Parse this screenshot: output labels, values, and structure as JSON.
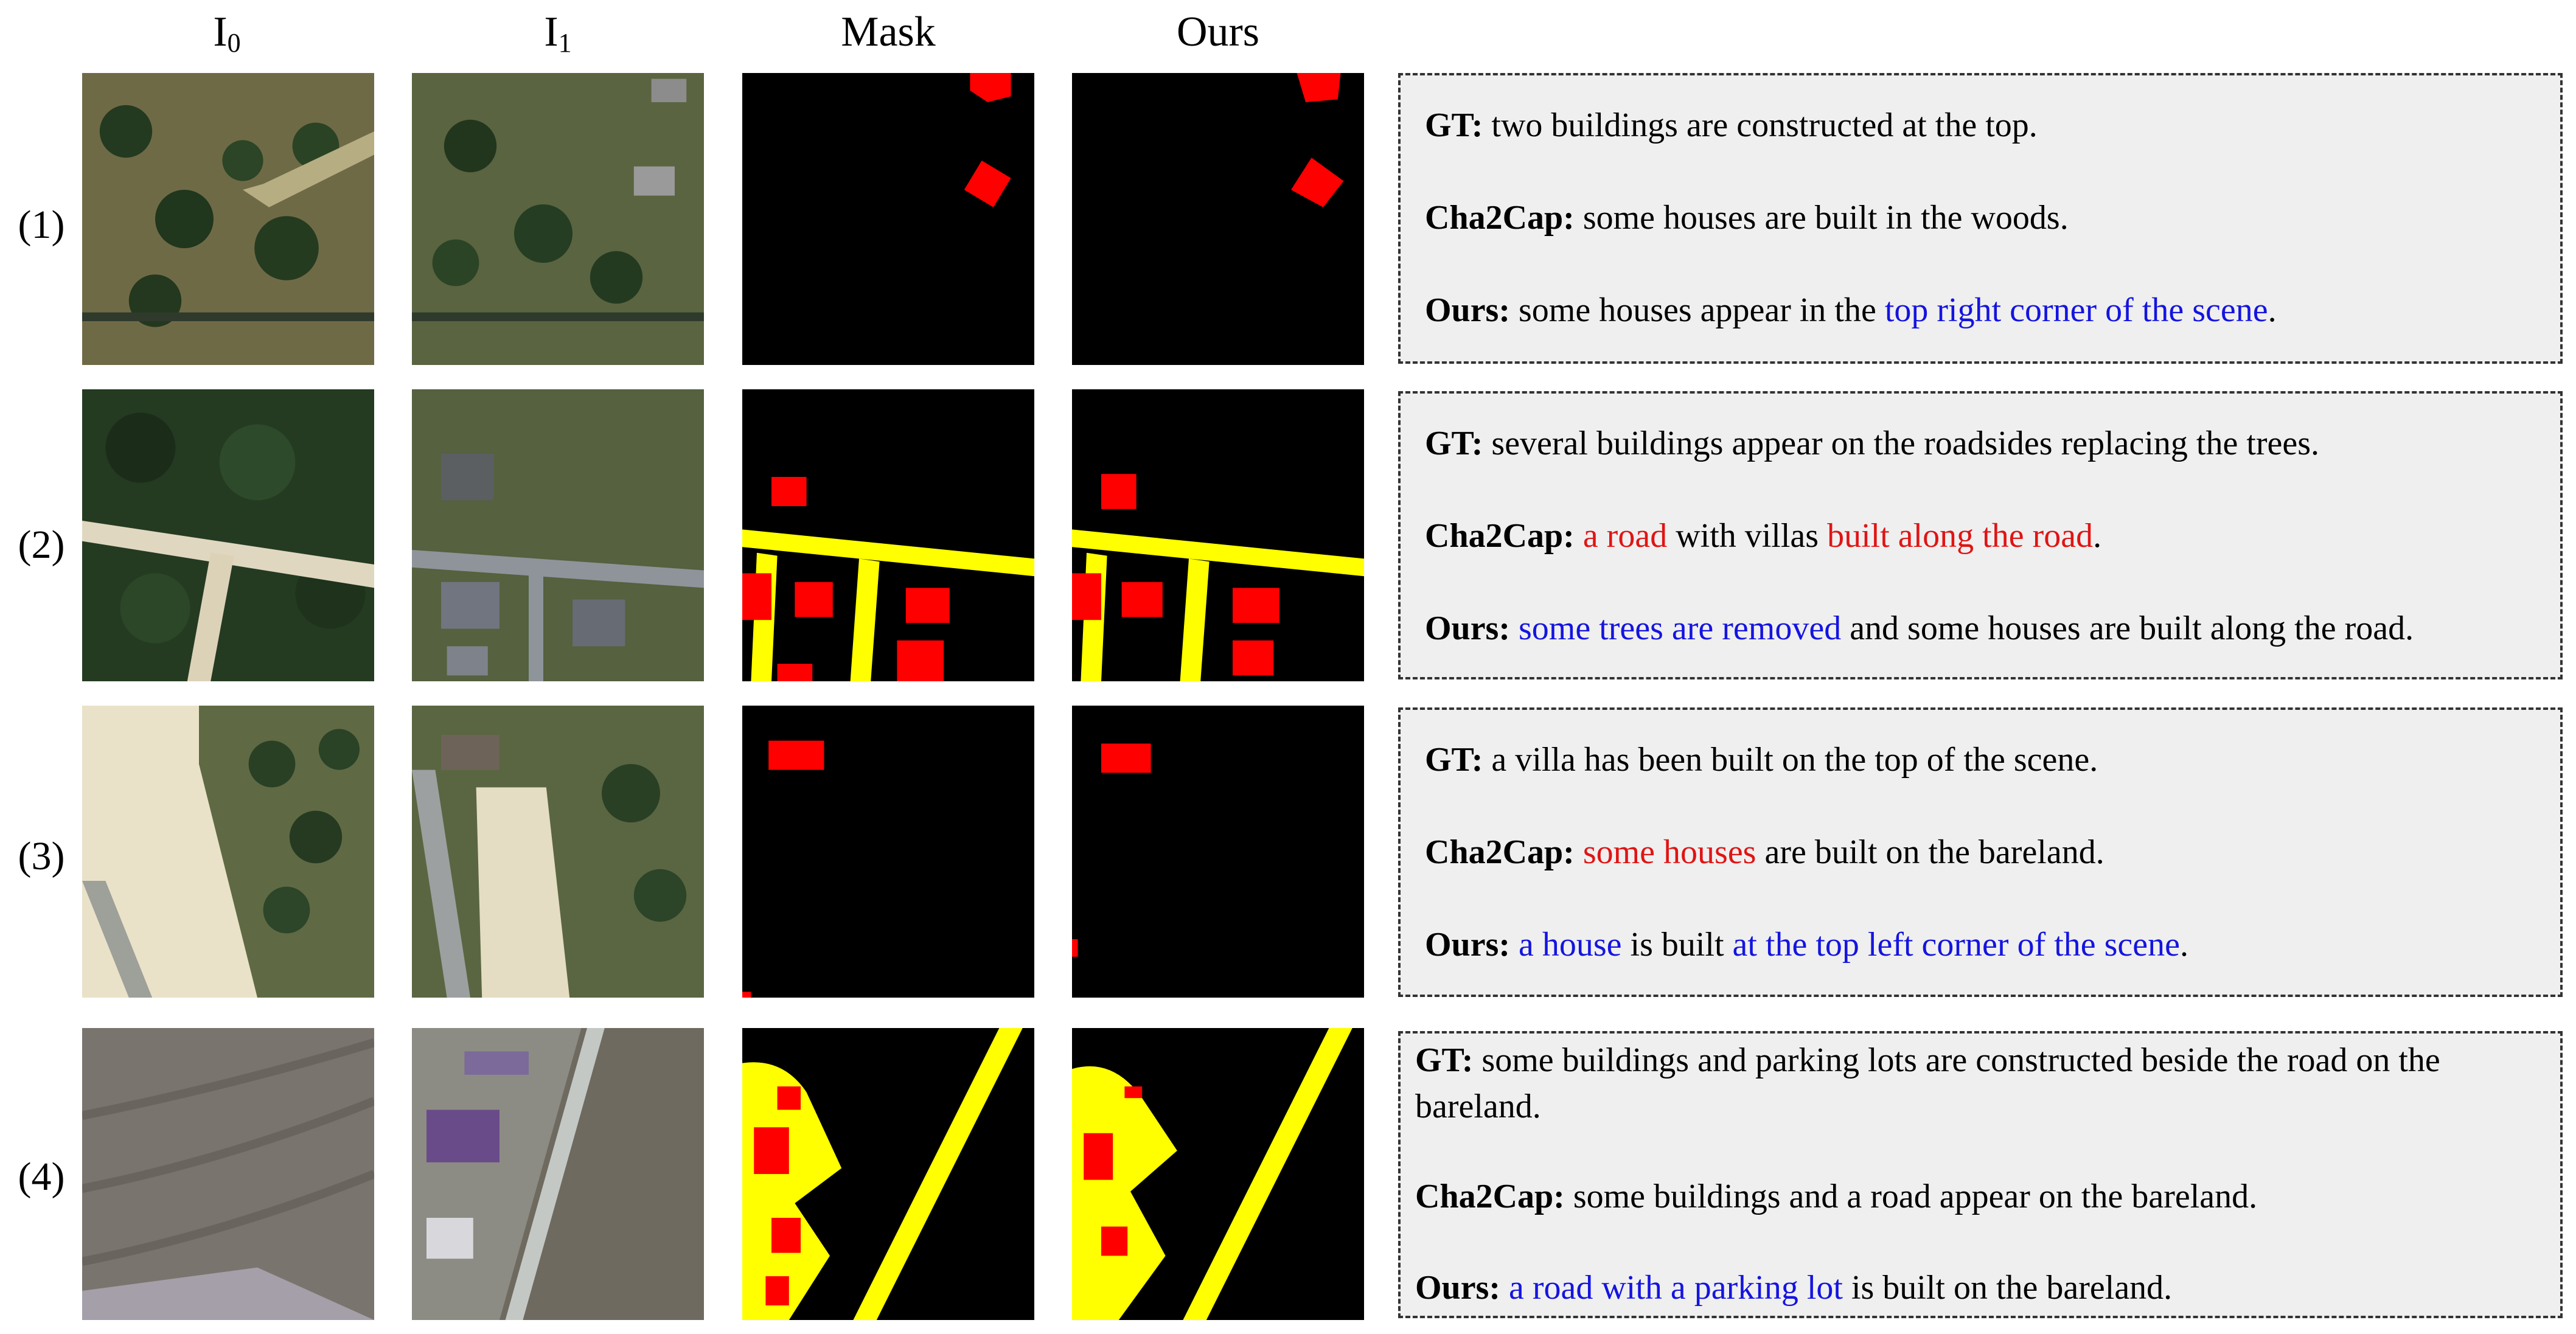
{
  "columns": {
    "i0": "I",
    "i0_sub": "0",
    "i1": "I",
    "i1_sub": "1",
    "mask": "Mask",
    "ours": "Ours"
  },
  "rows": [
    {
      "label": "(1)",
      "gt_label": "GT:",
      "gt": "two buildings are constructed at the top.",
      "cha_label": "Cha2Cap:",
      "cha": "some houses are built in the woods.",
      "ours_label": "Ours:",
      "ours_a": "some houses appear in the ",
      "ours_b": "top right corner of the scene",
      "ours_c": "."
    },
    {
      "label": "(2)",
      "gt_label": "GT:",
      "gt": "several buildings appear on the roadsides replacing the trees.",
      "cha_label": "Cha2Cap:",
      "cha_a": "a road",
      "cha_b": " with villas ",
      "cha_c": "built along the road",
      "cha_d": ".",
      "ours_label": "Ours:",
      "ours_a": "some trees are removed",
      "ours_b": " and some houses are built along the road."
    },
    {
      "label": "(3)",
      "gt_label": "GT:",
      "gt": "a villa has been built on the top of the scene.",
      "cha_label": "Cha2Cap:",
      "cha_a": "some houses",
      "cha_b": " are built on the bareland.",
      "ours_label": "Ours:",
      "ours_a": "a house",
      "ours_b": " is built ",
      "ours_c": "at the top left corner of the scene",
      "ours_d": "."
    },
    {
      "label": "(4)",
      "gt_label": "GT:",
      "gt": "some buildings and parking lots are constructed beside the road on the bareland.",
      "cha_label": "Cha2Cap:",
      "cha": "some buildings and a road appear on the bareland.",
      "ours_label": "Ours:",
      "ours_a": "a road with a parking lot",
      "ours_b": " is built on the bareland."
    }
  ],
  "colors": {
    "building_change": "#ff0000",
    "road_change": "#ffff00",
    "background": "#000000",
    "highlight_wrong": "#e01414",
    "highlight_correct": "#1414e0"
  }
}
